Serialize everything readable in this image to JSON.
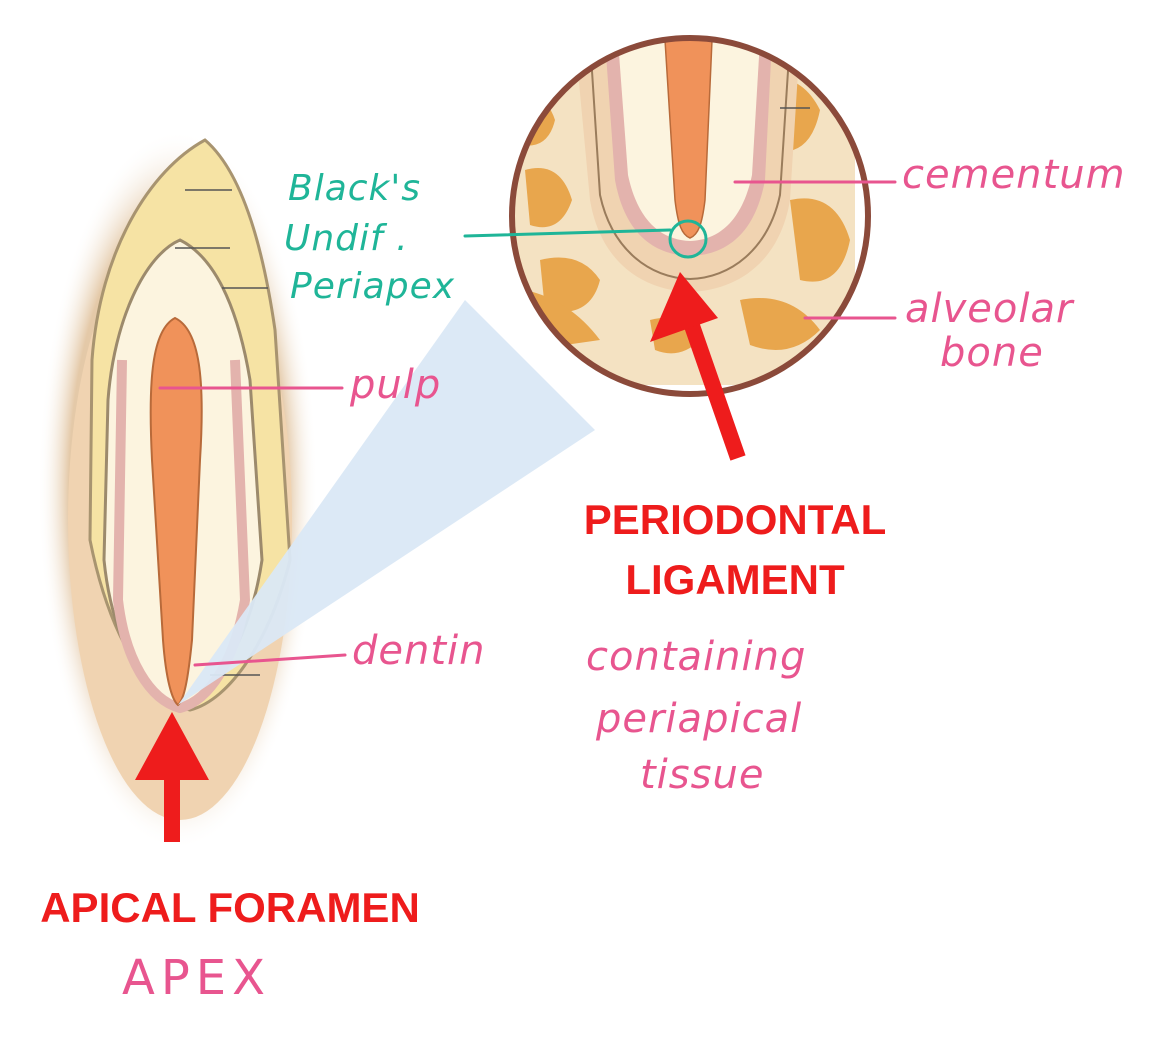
{
  "labels": {
    "blacks_line1": "Black's",
    "blacks_line2": "Undif .",
    "blacks_line3": "Periapex",
    "cementum": "cementum",
    "alveolar_line1": "alveolar",
    "alveolar_line2": "bone",
    "pulp": "pulp",
    "dentin": "dentin",
    "pdl_line1": "PERIODONTAL",
    "pdl_line2": "LIGAMENT",
    "containing_line1": "containing",
    "containing_line2": "periapical",
    "containing_line3": "tissue",
    "apical_foramen": "APICAL FORAMEN",
    "apex": "APEX"
  },
  "colors": {
    "pink_annotation": "#e8558f",
    "teal_annotation": "#1fb598",
    "red_arrow": "#ee1c1c",
    "pulp_orange": "#f0925a",
    "enamel_yellow": "#f6e3a4",
    "dentin_cream": "#fcf4df",
    "cementum_pink": "#e3b3ad",
    "tissue_tan": "#f0d3b1",
    "bone_orange": "#e8a64d",
    "circle_border": "#8b4a3a",
    "zoom_cone": "#dae8f5"
  }
}
